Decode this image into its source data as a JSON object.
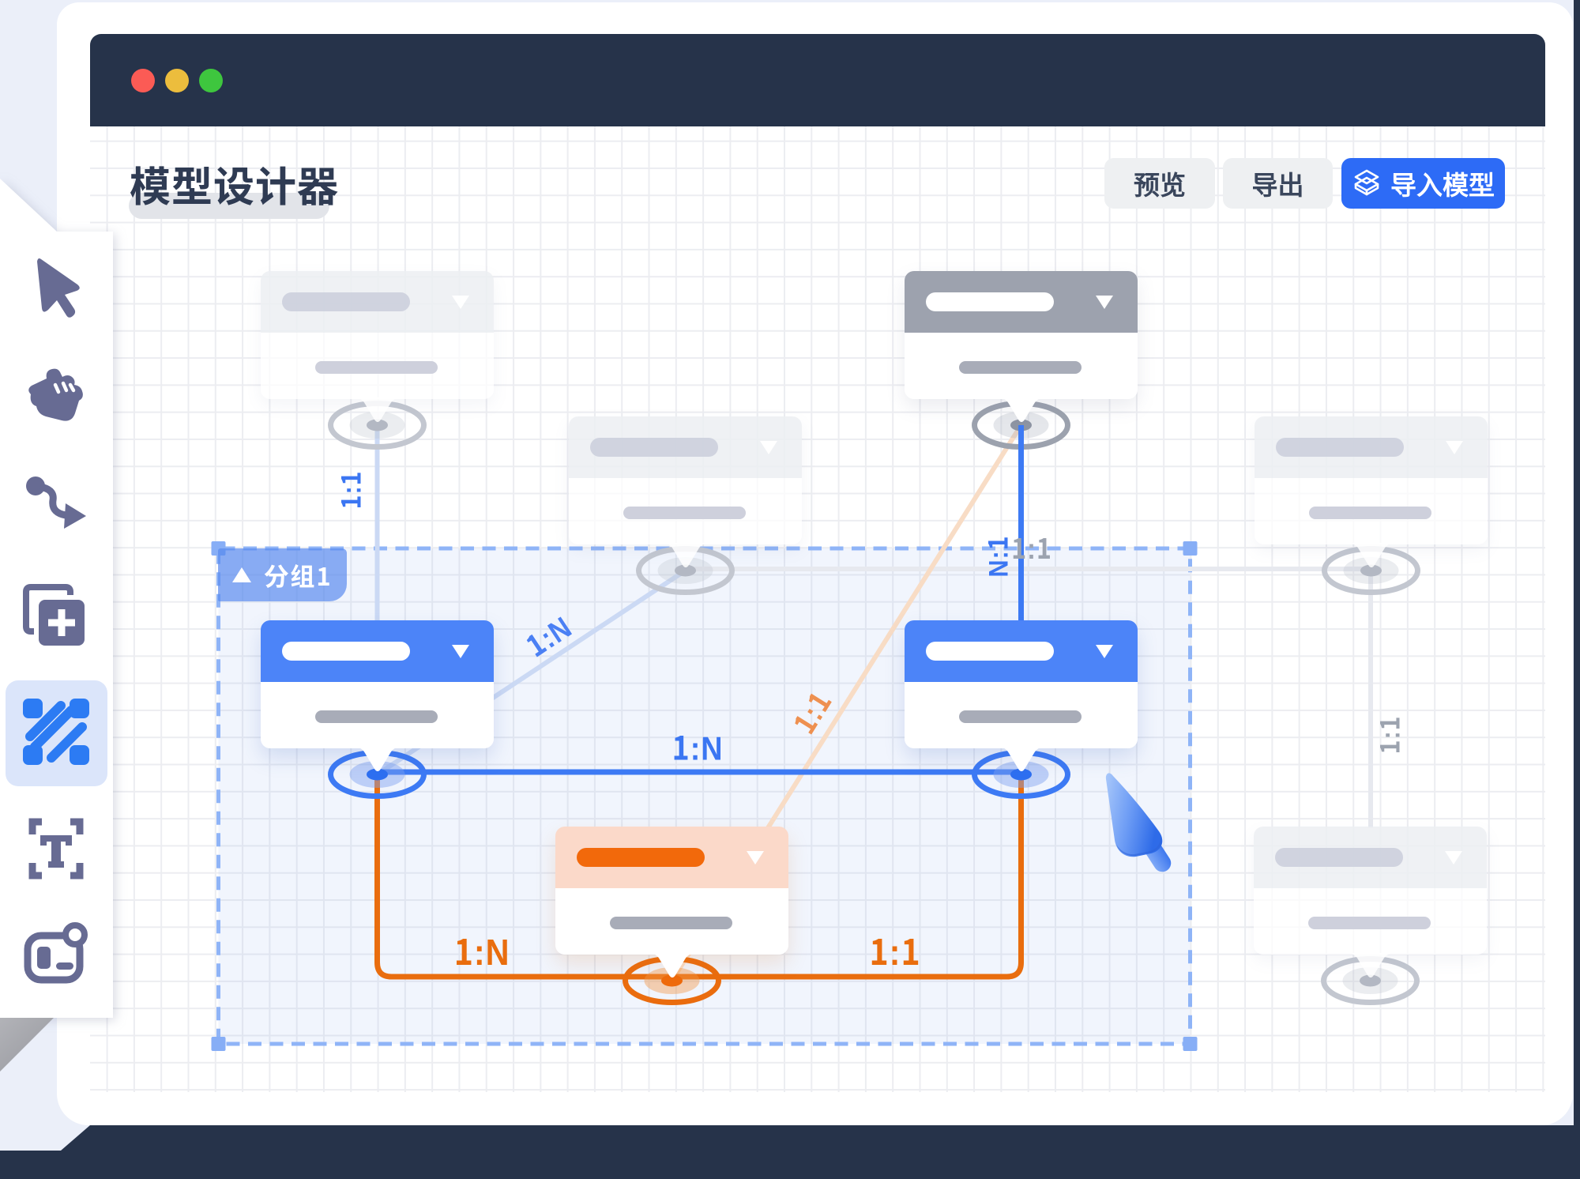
{
  "window": {
    "traffic_lights": [
      {
        "name": "close",
        "color": "#FB5B55"
      },
      {
        "name": "minimize",
        "color": "#ECBD3D"
      },
      {
        "name": "zoom",
        "color": "#3EC63E"
      }
    ]
  },
  "header": {
    "title": "模型设计器",
    "buttons": [
      {
        "id": "preview",
        "label": "预览"
      },
      {
        "id": "export",
        "label": "导出"
      },
      {
        "id": "import-model",
        "label": "导入模型",
        "icon": "import-model-cube",
        "primary": true
      }
    ]
  },
  "toolbar": {
    "tools": [
      {
        "id": "select",
        "icon": "cursor-icon",
        "active": false
      },
      {
        "id": "pan",
        "icon": "hand-icon",
        "active": false
      },
      {
        "id": "connector",
        "icon": "connector-icon",
        "active": false
      },
      {
        "id": "add-entity",
        "icon": "add-card-icon",
        "active": false
      },
      {
        "id": "relation",
        "icon": "relation-icon",
        "active": true
      },
      {
        "id": "text",
        "icon": "text-icon",
        "active": false
      },
      {
        "id": "frame",
        "icon": "frame-icon",
        "active": false
      }
    ]
  },
  "canvas": {
    "group": {
      "label": "分组1",
      "collapse_icon": "triangle-up-icon",
      "selected": true
    },
    "entities": [
      {
        "id": "entity-top-left",
        "state": "ghost"
      },
      {
        "id": "entity-top-center",
        "state": "ghost"
      },
      {
        "id": "entity-top-right",
        "state": "gray"
      },
      {
        "id": "entity-right",
        "state": "ghost"
      },
      {
        "id": "entity-bottom-right",
        "state": "ghost"
      },
      {
        "id": "entity-left-selected",
        "state": "blue"
      },
      {
        "id": "entity-right-selected",
        "state": "blue"
      },
      {
        "id": "entity-bottom-selected",
        "state": "orange"
      }
    ],
    "relations": [
      {
        "from": "entity-top-left",
        "to": "entity-left-selected",
        "label": "1:1",
        "color": "#3B76F2",
        "style": "faint-blue"
      },
      {
        "from": "entity-top-right",
        "to": "entity-right-selected",
        "label": "N:1",
        "color": "#3B76F2",
        "style": "blue"
      },
      {
        "from": "entity-top-center",
        "to": "entity-right",
        "label": "1:1",
        "color": "#9CA3AF",
        "style": "faint-gray"
      },
      {
        "from": "entity-left-selected",
        "to": "entity-top-center",
        "label": "1:N",
        "color": "#4B80F4",
        "style": "faint-blue"
      },
      {
        "from": "entity-top-right",
        "to": "entity-bottom-selected",
        "label": "1:1",
        "color": "#EE9050",
        "style": "faint-orange"
      },
      {
        "from": "entity-left-selected",
        "to": "entity-right-selected",
        "label": "1:N",
        "color": "#3B76F2",
        "style": "blue"
      },
      {
        "from": "entity-left-selected",
        "to": "entity-bottom-selected",
        "label": "1:N",
        "color": "#E96D0E",
        "style": "orange"
      },
      {
        "from": "entity-right-selected",
        "to": "entity-bottom-selected",
        "label": "1:1",
        "color": "#E96D0E",
        "style": "orange"
      },
      {
        "from": "entity-right",
        "to": "entity-bottom-right",
        "label": "1:1",
        "color": "#9CA3AF",
        "style": "faint-gray"
      }
    ]
  },
  "colors": {
    "page_background": "#26334A",
    "window_background": "#FFFFFF",
    "accent_blue": "#2D6BF6",
    "entity_blue": "#4C84F8",
    "entity_orange": "#F2690B",
    "entity_orange_header": "#FBD9C9",
    "entity_gray": "#9DA2AE",
    "selection_blue": "#8FB4F7",
    "grid_line": "#ECEDF1"
  }
}
